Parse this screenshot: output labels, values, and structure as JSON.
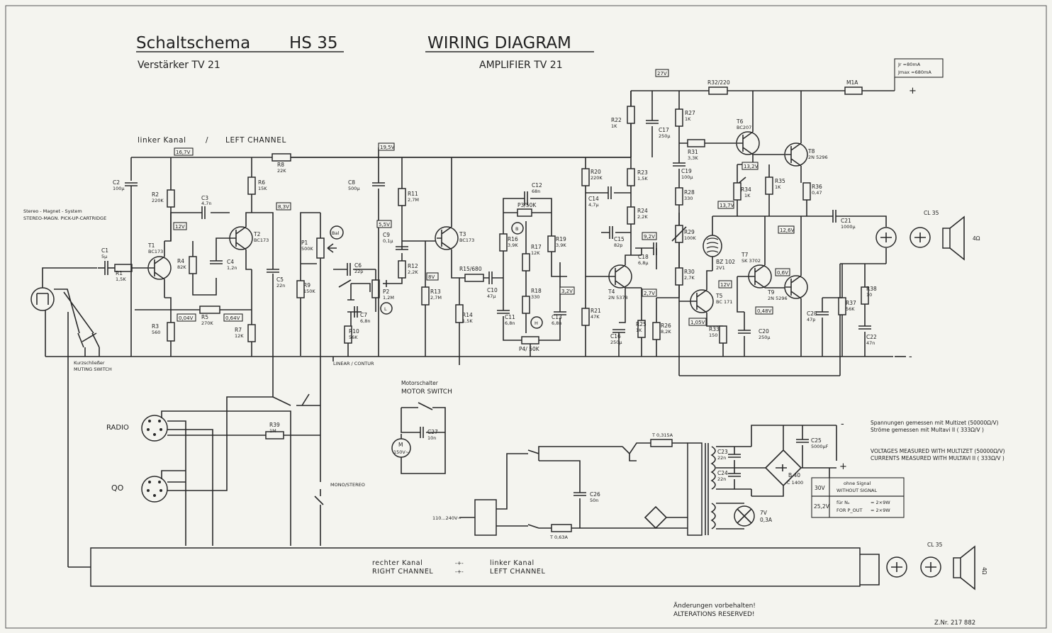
{
  "title": {
    "de": "Schaltschema",
    "model": "HS 35",
    "en": "WIRING DIAGRAM",
    "sub_de": "Verstärker TV 21",
    "sub_en": "AMPLIFIER TV 21"
  },
  "channel": {
    "de": "linker Kanal",
    "sep": "/",
    "en": "LEFT CHANNEL"
  },
  "cartridge": {
    "de": "Stereo - Magnet - System",
    "en": "STEREO-MAGN. PICK-UP-CARTRIDGE"
  },
  "muting": {
    "de": "Kurzschließer",
    "en": "MUTING SWITCH"
  },
  "motor_switch": {
    "de": "Motorschalter",
    "en": "MOTOR SWITCH"
  },
  "inputs": {
    "radio": "RADIO",
    "tape": "QO",
    "mono_stereo": "MONO/STEREO",
    "linear": "LINEAR / CONTUR",
    "mains": "110...240V~"
  },
  "bottom_bar": {
    "right_de": "rechter Kanal",
    "right_en": "RIGHT CHANNEL",
    "left_de": "linker Kanal",
    "left_en": "LEFT CHANNEL",
    "symbol": "-+-"
  },
  "current_box": {
    "line1": "Jr =80mA",
    "line2": "Jmax =680mA"
  },
  "measurement_notes": {
    "de1": "Spannungen gemessen mit Multizet (50000Ω/V)",
    "de2": "Ströme gemessen mit Multavi II ( 333Ω/V )",
    "en1": "VOLTAGES MEASURED WITH MULTIZET (50000Ω/V)",
    "en2": "CURRENTS MEASURED WITH MULTAVI II ( 333Ω/V )"
  },
  "supply_table": {
    "v1": "30V",
    "t1a": "ohne Signal",
    "t1b": "WITHOUT SIGNAL",
    "v2": "25,2V",
    "t2a": "für Nₐ",
    "t2b": "FOR P_OUT",
    "p1": "= 2×9W",
    "p2": "= 2×9W"
  },
  "speakers": {
    "name": "CL 35",
    "impedance": "4Ω"
  },
  "lamp": {
    "value": "7V",
    "current": "0,3A"
  },
  "alterations": {
    "de": "Änderungen vorbehalten!",
    "en": "ALTERATIONS RESERVED!"
  },
  "drawing_number": "Z.Nr. 217 882",
  "components": {
    "C1": "C1",
    "C1v": "5µ",
    "R1": "R1",
    "R1v": "1,5K",
    "T1": "T1",
    "T1v": "BC173",
    "T2": "T2",
    "T2v": "BC173",
    "T3": "T3",
    "T3v": "BC173",
    "T4": "T4",
    "T4v": "2N 5378",
    "T5": "T5",
    "T5v": "BC 171",
    "T6": "T6",
    "T6v": "BC207",
    "T7": "T7",
    "T7v": "SK 3702",
    "T8": "T8",
    "T8v": "2N 5296",
    "T9": "T9",
    "T9v": "2N 5296",
    "C2": "C2",
    "C2v": "100µ",
    "R2": "R2",
    "R2v": "220K",
    "R3": "R3",
    "R3v": "560",
    "C3": "C3",
    "C3v": "4,7n",
    "R4": "R4",
    "R4v": "82K",
    "C4": "C4",
    "C4v": "1,2n",
    "R5": "R5",
    "R5v": "270K",
    "R6": "R6",
    "R6v": "15K",
    "R7": "R7",
    "R7v": "12K",
    "R8": "R8",
    "R8v": "22K",
    "C5": "C5",
    "C5v": "22n",
    "P1": "P1",
    "P1v": "500K",
    "R9": "R9",
    "R9v": "150K",
    "Bal": "Bal",
    "C6": "C6",
    "C6v": "22p",
    "C7": "C7",
    "C7v": "6,8n",
    "R10": "R10",
    "R10v": "56K",
    "P2": "P2",
    "P2v": "1,2M",
    "L": "L",
    "C8": "C8",
    "C8v": "500µ",
    "C9": "C9",
    "C9v": "0,1µ",
    "R11": "R11",
    "R11v": "2,7M",
    "R12": "R12",
    "R12v": "2,2K",
    "R13": "R13",
    "R13v": "2,7M",
    "R14": "R14",
    "R14v": "1,5K",
    "R15": "R15/680",
    "C10": "C10",
    "C10v": "47µ",
    "C11": "C11",
    "C11v": "6,8n",
    "C12": "C12",
    "C12v": "68n",
    "P3": "P3/50K",
    "B": "B",
    "R16": "R16",
    "R16v": "3,9K",
    "R17": "R17",
    "R17v": "12K",
    "R18": "R18",
    "R18v": "330",
    "R19": "R19",
    "R19v": "3,9K",
    "C13": "C13",
    "C13v": "6,8n",
    "P4": "P4/ 50K",
    "H": "H",
    "R20": "R20",
    "R20v": "220K",
    "R21": "R21",
    "R21v": "47K",
    "C14": "C14",
    "C14v": "4,7µ",
    "C15": "C15",
    "C15v": "82p",
    "C16": "C16",
    "C16v": "250µ",
    "R22": "R22",
    "R22v": "1K",
    "R23": "R23",
    "R23v": "1,5K",
    "R24": "R24",
    "R24v": "2,2K",
    "R25": "R25",
    "R25v": "1K",
    "R26": "R26",
    "R26v": "8,2K",
    "R27": "R27",
    "R27v": "1K",
    "R28": "R28",
    "R28v": "330",
    "R29": "R29",
    "R29v": "100K",
    "R30": "R30",
    "R30v": "2,7K",
    "R31": "R31",
    "R31v": "3,3K",
    "R32": "R32/220",
    "R33": "R33",
    "R33v": "150",
    "R34": "R34",
    "R34v": "1K",
    "R35": "R35",
    "R35v": "1K",
    "R36": "R36",
    "R36v": "0,47",
    "R37": "R37",
    "R37v": "56K",
    "R38": "R38",
    "R38v": "10",
    "R39": "R39",
    "R39v": "1M",
    "C17": "C17",
    "C17v": "250µ",
    "C18": "C18",
    "C18v": "6,8µ",
    "C19": "C19",
    "C19v": "100µ",
    "C20": "C20",
    "C20v": "250µ",
    "C21": "C21",
    "C21v": "1000µ",
    "C22": "C22",
    "C22v": "47n",
    "C23": "C23",
    "C23v": "22n",
    "C24": "C24",
    "C24v": "22n",
    "C25": "C25",
    "C25v": "5000µF",
    "C26": "C26",
    "C26v": "50n",
    "C27": "C27",
    "C27v": "10n",
    "C28": "C28",
    "C28v": "47p",
    "BZ": "BZ 102",
    "BZv": "2V1",
    "M1A": "M1A",
    "T0315A": "T 0,315A",
    "T063A": "T 0,63A",
    "B40": "B 40",
    "B40v": "C 1400",
    "motor": "M",
    "motorv": "150V~"
  },
  "voltages": {
    "v167": "16,7V",
    "v12": "12V",
    "v83": "8,3V",
    "v004": "0,04V",
    "v064": "0,64V",
    "v195": "19,5V",
    "v55": "5,5V",
    "v8": "8V",
    "v32": "3,2V",
    "v27": "27V",
    "v132": "13,2V",
    "v137": "13,7V",
    "v126": "12,6V",
    "v92": "9,2V",
    "v27b": "2,7V",
    "v105": "1,05V",
    "v12b": "12V",
    "v048": "0,48V",
    "v06": "0,6V"
  },
  "rail_signs": {
    "plus": "+",
    "minus": "-"
  }
}
